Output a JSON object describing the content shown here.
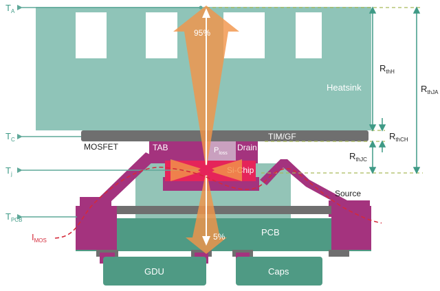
{
  "temperatures": {
    "ta": {
      "main": "T",
      "sub": "A"
    },
    "tc": {
      "main": "T",
      "sub": "C"
    },
    "tj": {
      "main": "T",
      "sub": "j"
    },
    "tpcb": {
      "main": "T",
      "sub": "PCB"
    }
  },
  "resistances": {
    "rth_h": {
      "main": "R",
      "sub": "thH"
    },
    "rth_ja": {
      "main": "R",
      "sub": "thJA"
    },
    "rth_ch": {
      "main": "R",
      "sub": "thCH"
    },
    "rth_jc": {
      "main": "R",
      "sub": "thJC"
    }
  },
  "components": {
    "heatsink": "Heatsink",
    "tim_gf": "TIM/GF",
    "mosfet": "MOSFET",
    "tab": "TAB",
    "drain": "Drain",
    "si_chip": "Si-Chip",
    "source": "Source",
    "pcb": "PCB",
    "gdu": "GDU",
    "caps": "Caps"
  },
  "power": {
    "main": "P",
    "sub": "loss"
  },
  "current": {
    "main": "I",
    "sub": "MOS"
  },
  "heat_split": {
    "top_percent": "95%",
    "bottom_percent": "5%"
  },
  "colors": {
    "teal": "#5fa899",
    "heatsink": "#8fc4b8",
    "substrate": "#93c4b7",
    "pcb": "#4f9a84",
    "magenta": "#a4337e",
    "chip_red": "#e5245a",
    "orange": "#f2954a",
    "gray": "#6f6f6f",
    "olive_dash": "#a9b95a",
    "current_red": "#d42a3a"
  }
}
